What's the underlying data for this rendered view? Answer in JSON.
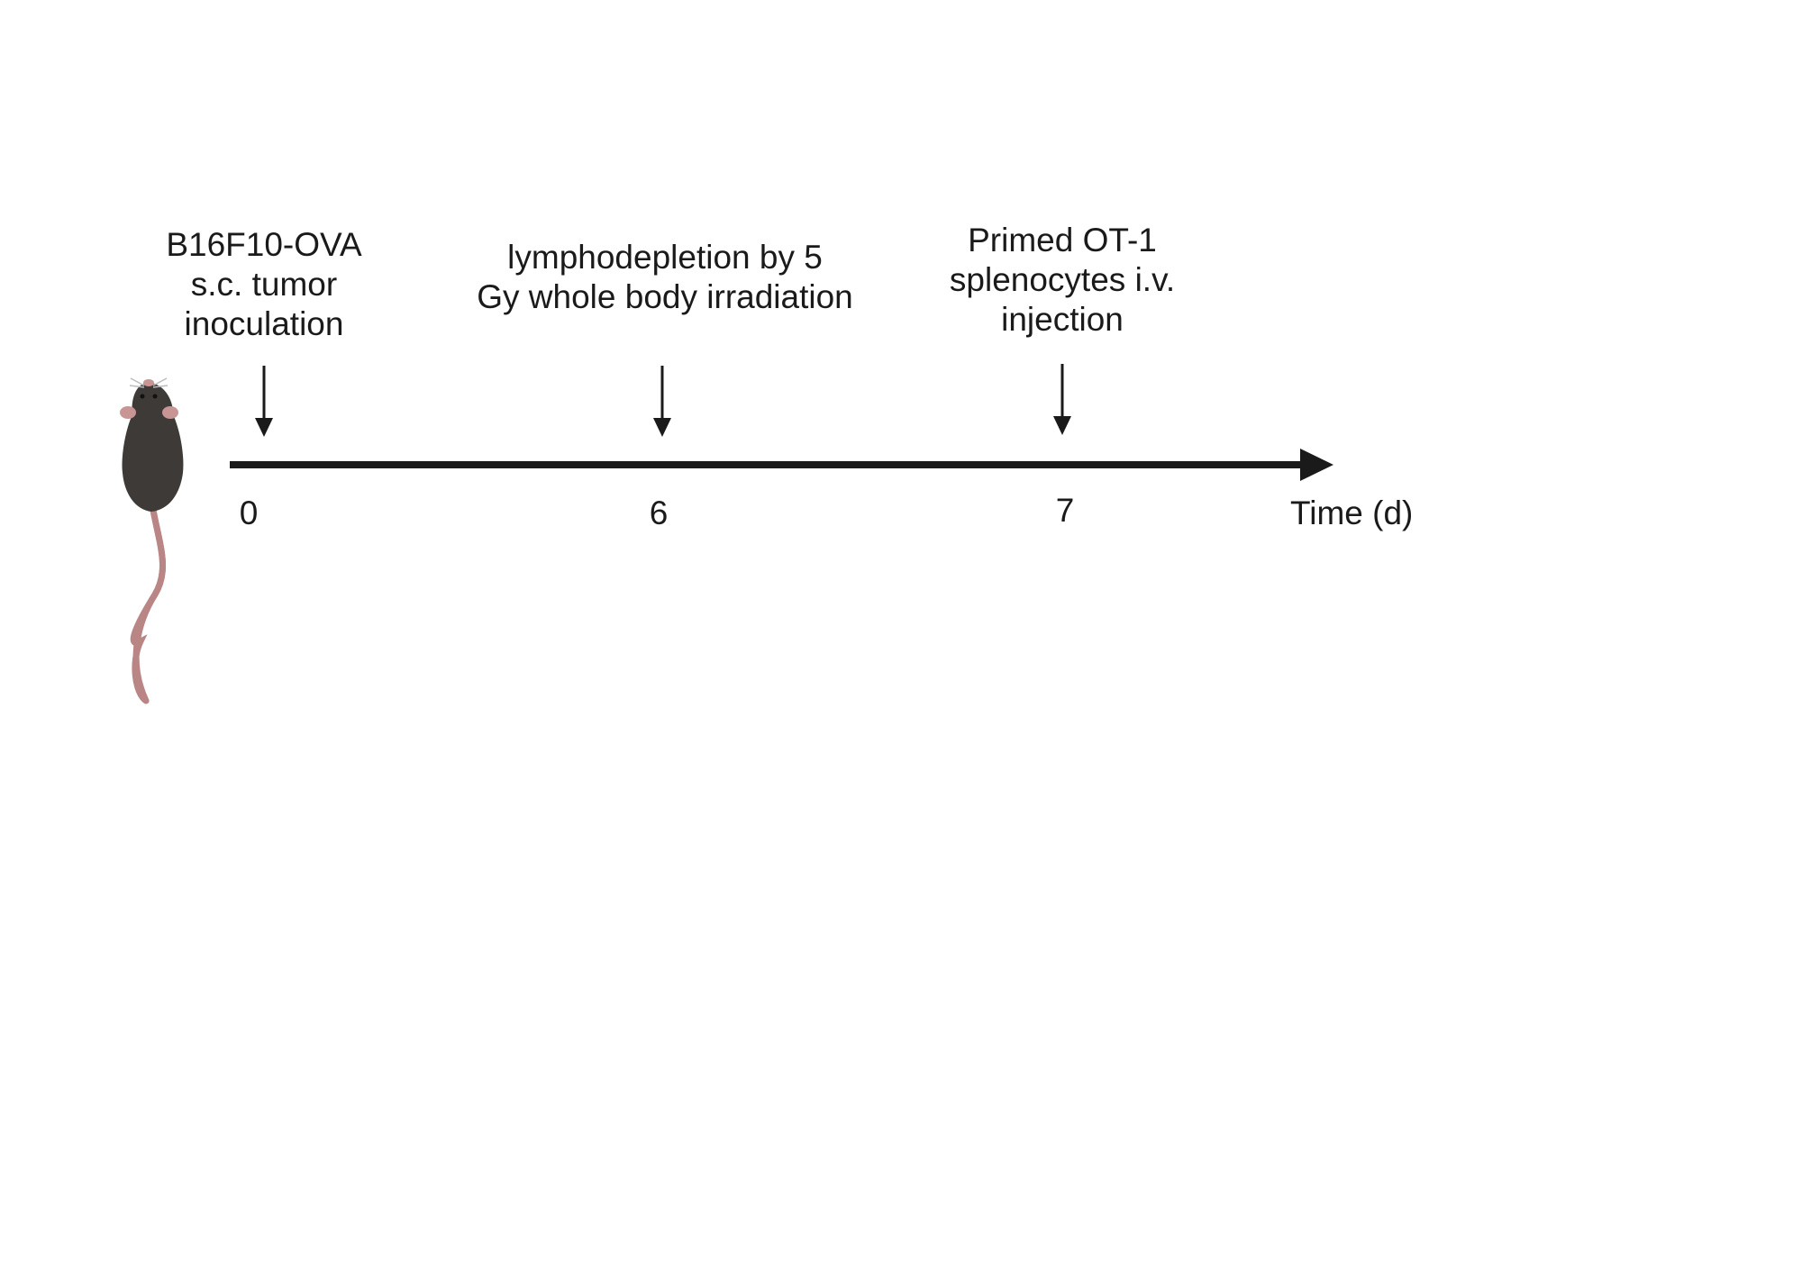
{
  "timeline": {
    "axis_label": "Time (d)",
    "events": [
      {
        "day": "0",
        "lines": [
          "B16F10-OVA",
          "s.c. tumor",
          "inoculation"
        ]
      },
      {
        "day": "6",
        "lines": [
          "lymphodepletion by 5",
          "Gy whole body irradiation"
        ]
      },
      {
        "day": "7",
        "lines": [
          "Primed OT-1",
          "splenocytes i.v.",
          "injection"
        ]
      }
    ]
  },
  "icons": {
    "subject": "mouse-icon"
  },
  "colors": {
    "ink": "#1a1a1a",
    "mouse_body": "#3d3a37",
    "mouse_tail": "#b98585"
  }
}
